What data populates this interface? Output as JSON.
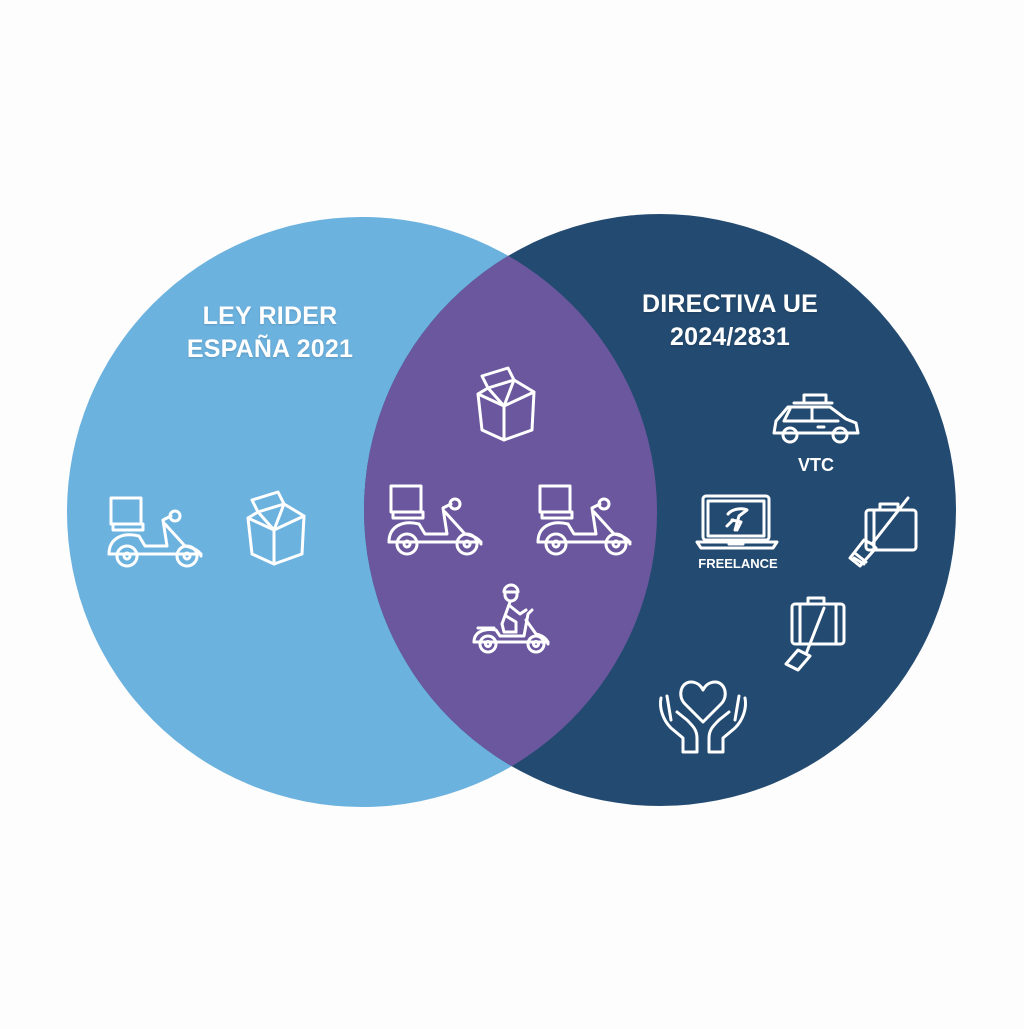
{
  "diagram": {
    "type": "venn",
    "colors": {
      "background": "#fdfdfd",
      "left_circle": "#6cb2df",
      "right_circle": "#234a70",
      "intersection": "#6b579e",
      "icon_stroke": "#ffffff",
      "text": "#ffffff"
    },
    "sets": [
      {
        "id": "left",
        "title_line1": "LEY RIDER",
        "title_line2": "ESPAÑA 2021",
        "icons": [
          "delivery-scooter-icon",
          "package-box-icon"
        ]
      },
      {
        "id": "right",
        "title_line1": "DIRECTIVA UE",
        "title_line2": "2024/2831",
        "icons": [
          "taxi-car-icon",
          "freelance-laptop-icon",
          "cleaning-suitcase-broom-icon",
          "cleaning-suitcase-broom-icon",
          "caring-hands-heart-icon"
        ]
      }
    ],
    "intersection": {
      "icons": [
        "package-box-icon",
        "delivery-scooter-icon",
        "delivery-scooter-icon",
        "scooter-rider-icon"
      ]
    },
    "captions": {
      "vtc": "VTC",
      "freelance": "FREELANCE"
    }
  }
}
